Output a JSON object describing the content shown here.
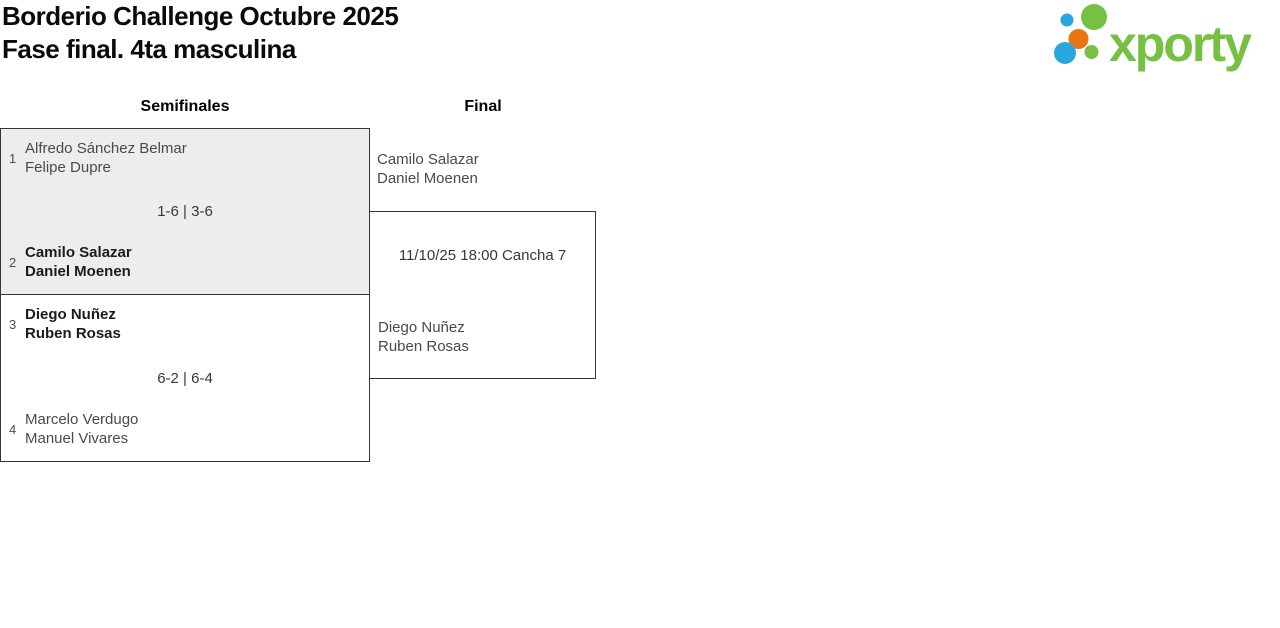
{
  "header": {
    "title": "Borderio Challenge Octubre 2025",
    "subtitle": "Fase final. 4ta masculina"
  },
  "logo": {
    "wordmark": "xporty",
    "colors": {
      "green": "#76C043",
      "blue": "#29A8E0",
      "orange": "#E87511"
    }
  },
  "rounds": {
    "semifinals_label": "Semifinales",
    "final_label": "Final"
  },
  "semifinal1": {
    "seed_top": "1",
    "team_top": [
      "Alfredo Sánchez Belmar",
      "Felipe Dupre"
    ],
    "score": "1-6 | 3-6",
    "seed_bottom": "2",
    "team_bottom": [
      "Camilo Salazar",
      "Daniel Moenen"
    ],
    "winner": "bottom"
  },
  "semifinal2": {
    "seed_top": "3",
    "team_top": [
      "Diego Nuñez",
      "Ruben Rosas"
    ],
    "score": "6-2 | 6-4",
    "seed_bottom": "4",
    "team_bottom": [
      "Marcelo Verdugo",
      "Manuel Vivares"
    ],
    "winner": "top"
  },
  "final": {
    "team_top": [
      "Camilo Salazar",
      "Daniel Moenen"
    ],
    "schedule": "11/10/25 18:00 Cancha 7",
    "team_bottom": [
      "Diego Nuñez",
      "Ruben Rosas"
    ]
  },
  "styles": {
    "shaded_match_background": "#EDEDED",
    "border_color": "#353535"
  }
}
